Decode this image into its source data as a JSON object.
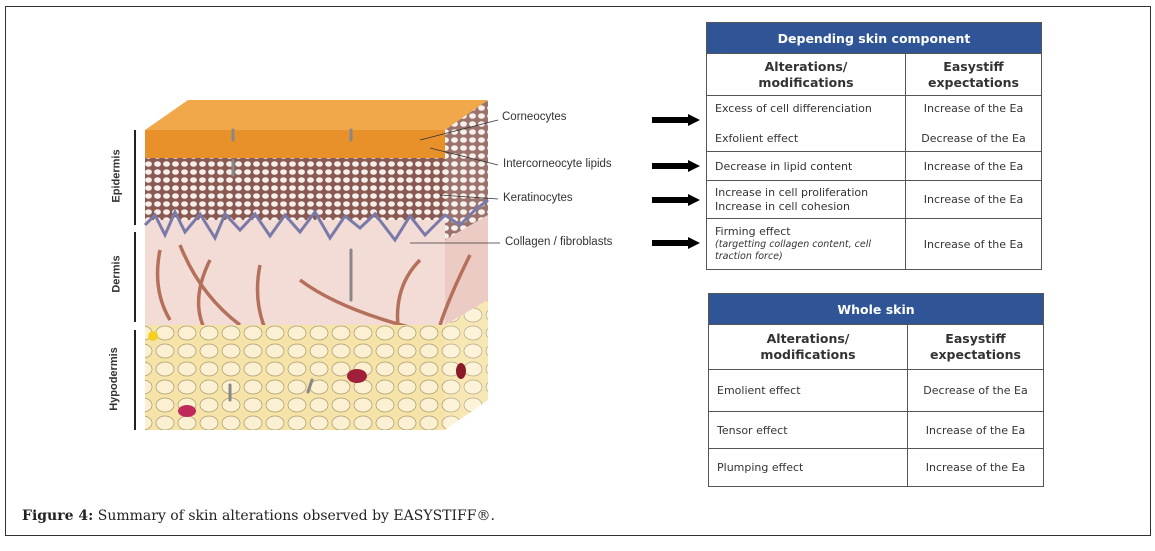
{
  "diagram": {
    "labels": [
      "Corneocytes",
      "Intercorneocyte lipids",
      "Keratinocytes",
      "Collagen / fibroblasts"
    ],
    "layers": [
      "Epidermis",
      "Dermis",
      "Hypodermis"
    ]
  },
  "table1": {
    "title": "Depending skin component",
    "col1": "Alterations/ modifications",
    "col2": "Easystiff expectations",
    "rows": [
      {
        "a": "Excess of cell differenciation",
        "b": "Increase of the Ea",
        "a2": "Exfolient effect",
        "b2": "Decrease of the Ea"
      },
      {
        "a": "Decrease in lipid content",
        "b": "Increase of the Ea"
      },
      {
        "a": "Increase in cell proliferation",
        "a2": "Increase in cell cohesion",
        "b": "Increase of the Ea"
      },
      {
        "a": "Firming effect",
        "note": "(targetting collagen content, cell traction force)",
        "b": "Increase of the Ea"
      }
    ]
  },
  "table2": {
    "title": "Whole skin",
    "col1": "Alterations/ modifications",
    "col2": "Easystiff expectations",
    "rows": [
      {
        "a": "Emolient effect",
        "b": "Decrease of the Ea"
      },
      {
        "a": "Tensor effect",
        "b": "Increase of the Ea"
      },
      {
        "a": "Plumping effect",
        "b": "Increase of the Ea"
      }
    ]
  },
  "caption": {
    "label": "Figure 4:",
    "text": " Summary of skin alterations observed by EASYSTIFF®."
  },
  "colors": {
    "header": "#2f5597",
    "corneum": "#e8962a",
    "dermis": "#f3dcd6",
    "hypodermis": "#f6e3a8"
  }
}
